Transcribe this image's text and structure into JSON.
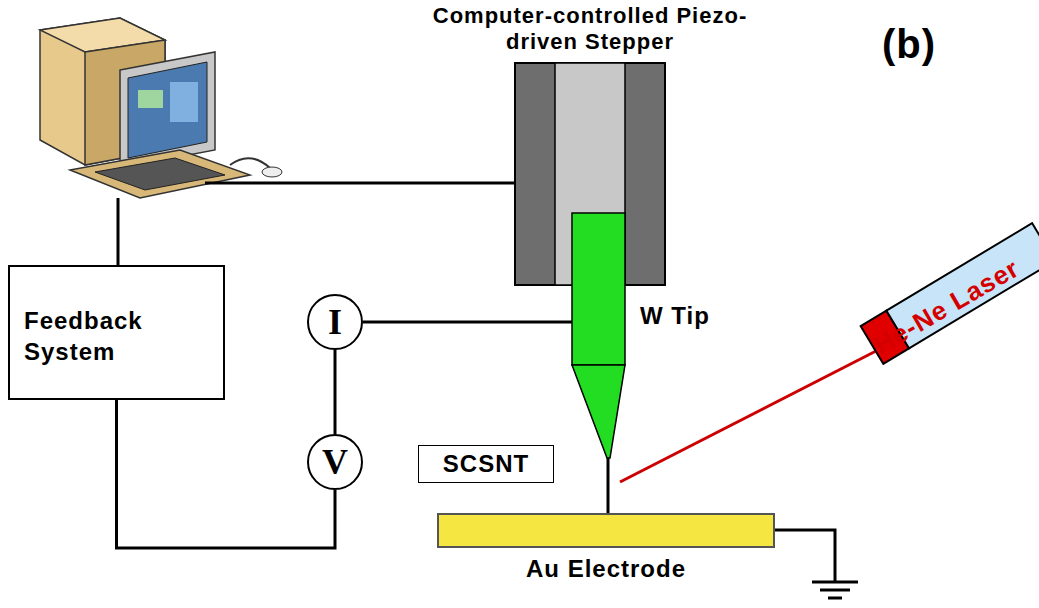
{
  "diagram": {
    "nodes": [
      {
        "text": [
          "Computer-controlled Piezo-driven Stepper"
        ]
      },
      {
        "text": [
          "Feedback System"
        ]
      },
      {
        "text": [
          "I"
        ]
      },
      {
        "text": [
          "V"
        ]
      },
      {
        "text": [
          "SCSNT"
        ]
      },
      {
        "text": [
          "Au Electrode"
        ]
      }
    ],
    "edges": [
      {
        "from": 2,
        "to": 3,
        "arrow": "none"
      },
      {
        "from": 1,
        "to": 3,
        "arrow": "none"
      }
    ],
    "labels": [
      "(b)",
      "W Tip",
      "He-Ne Laser"
    ]
  }
}
